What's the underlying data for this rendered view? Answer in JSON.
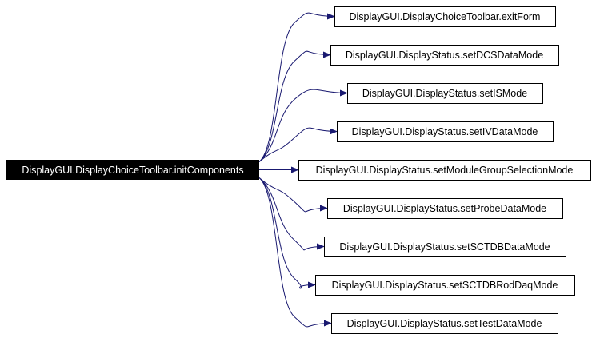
{
  "diagram": {
    "type": "call-graph",
    "edge_color": "#191970",
    "root": {
      "label": "DisplayGUI.DisplayChoiceToolbar.initComponents",
      "fill": "#000000",
      "text_color": "#ffffff"
    },
    "callees": [
      {
        "label": "DisplayGUI.DisplayChoiceToolbar.exitForm"
      },
      {
        "label": "DisplayGUI.DisplayStatus.setDCSDataMode"
      },
      {
        "label": "DisplayGUI.DisplayStatus.setISMode"
      },
      {
        "label": "DisplayGUI.DisplayStatus.setIVDataMode"
      },
      {
        "label": "DisplayGUI.DisplayStatus.setModuleGroupSelectionMode"
      },
      {
        "label": "DisplayGUI.DisplayStatus.setProbeDataMode"
      },
      {
        "label": "DisplayGUI.DisplayStatus.setSCTDBDataMode"
      },
      {
        "label": "DisplayGUI.DisplayStatus.setSCTDBRodDaqMode"
      },
      {
        "label": "DisplayGUI.DisplayStatus.setTestDataMode"
      }
    ]
  }
}
